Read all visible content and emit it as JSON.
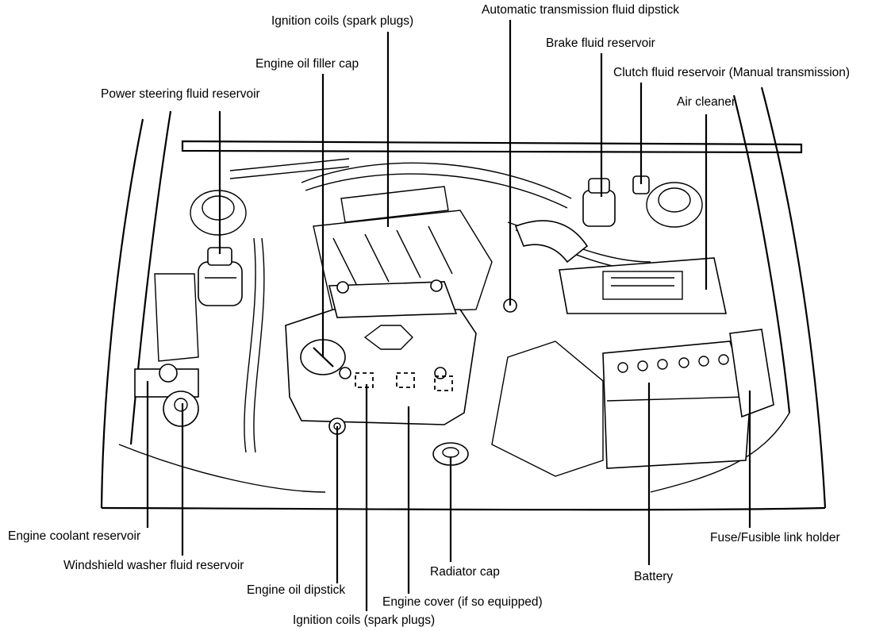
{
  "labels": {
    "ignition_coils_top": "Ignition coils (spark plugs)",
    "atf_dipstick": "Automatic transmission fluid dipstick",
    "brake_fluid": "Brake fluid reservoir",
    "engine_oil_filler": "Engine oil filler cap",
    "clutch_fluid": "Clutch fluid reservoir (Manual transmission)",
    "power_steering": "Power steering fluid reservoir",
    "air_cleaner": "Air cleaner",
    "engine_coolant": "Engine coolant reservoir",
    "washer_fluid": "Windshield washer fluid reservoir",
    "radiator_cap": "Radiator cap",
    "battery": "Battery",
    "fuse_holder": "Fuse/Fusible link holder",
    "engine_oil_dipstick": "Engine oil dipstick",
    "engine_cover": "Engine cover (if so equipped)",
    "ignition_coils_bottom": "Ignition coils (spark plugs)"
  }
}
